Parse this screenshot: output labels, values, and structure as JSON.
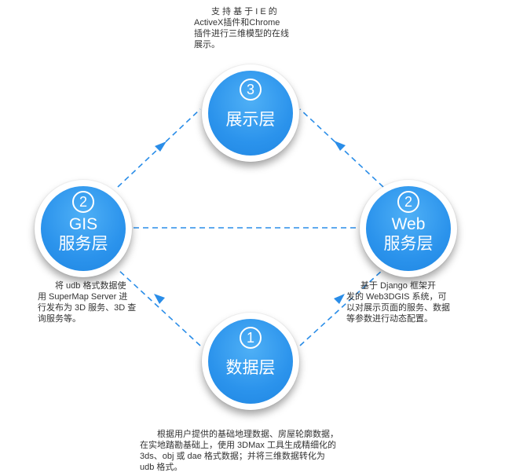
{
  "nodes": {
    "display": {
      "number": "3",
      "label": "展示层"
    },
    "gis": {
      "number": "2",
      "line1": "GIS",
      "line2": "服务层"
    },
    "web": {
      "number": "2",
      "line1": "Web",
      "line2": "服务层"
    },
    "data": {
      "number": "1",
      "label": "数据层"
    }
  },
  "descriptions": {
    "display": [
      "支 持 基 于 I E 的",
      "ActiveX插件和Chrome",
      "插件进行三维模型的在线",
      "展示。"
    ],
    "gis": [
      "将 udb 格式数据使",
      "用 SuperMap Server 进",
      "行发布为 3D 服务、3D 查",
      "询服务等。"
    ],
    "web": [
      "基于 Django 框架开",
      "发的 Web3DGIS 系统，可",
      "以对展示页面的服务、数据",
      "等参数进行动态配置。"
    ],
    "data": [
      "根据用户提供的基础地理数据、房屋轮廓数据，",
      "在实地踏勘基础上，使用 3DMax 工具生成精细化的",
      "3ds、obj 或 dae 格式数据；并将三维数据转化为",
      "udb 格式。"
    ]
  },
  "colors": {
    "accent": "#2b93ec",
    "line": "#2a8de8",
    "text": "#333333"
  }
}
